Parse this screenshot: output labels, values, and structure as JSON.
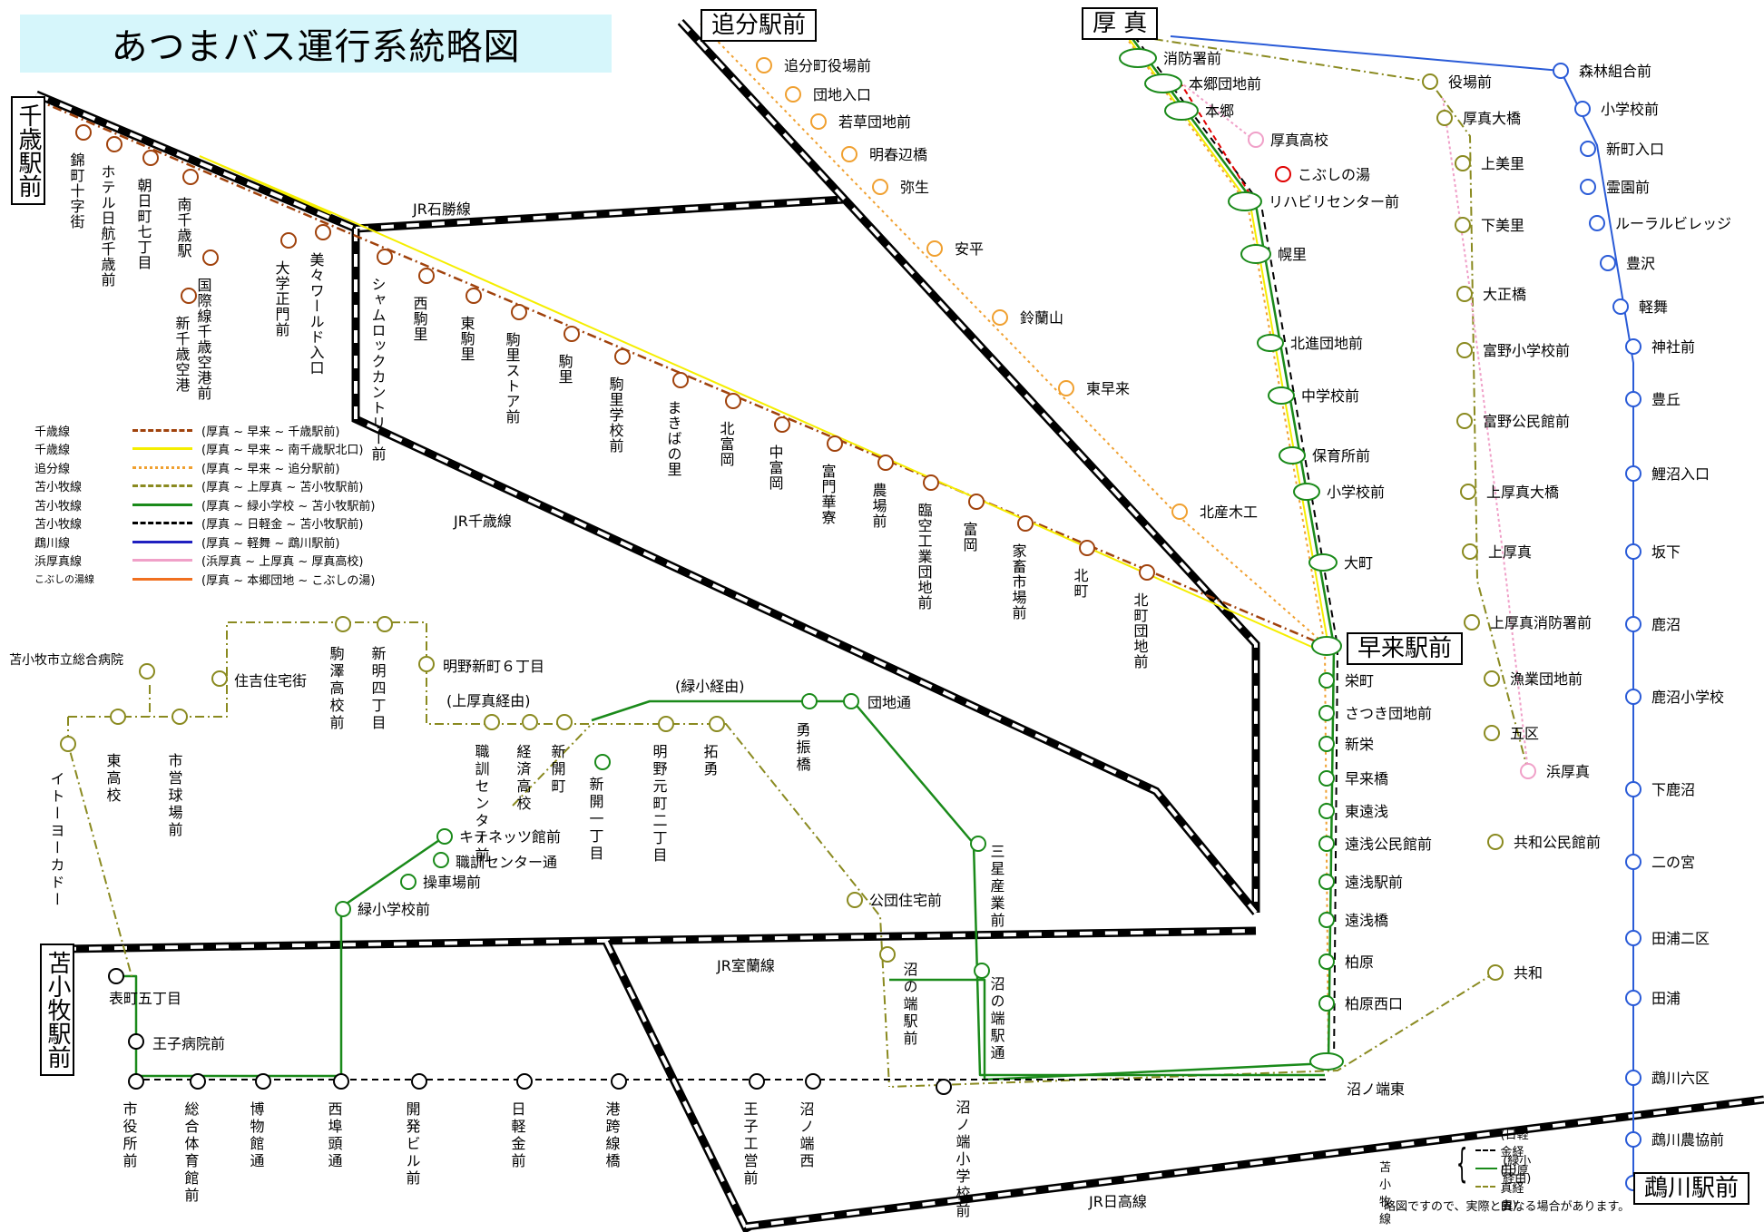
{
  "title": "あつまバス運行系統略図",
  "terminals": {
    "chitose": "千歳駅前",
    "oiwake": "追分駅前",
    "atsuma": "厚 真",
    "hayakita": "早来駅前",
    "tomakomai": "苫小牧駅前",
    "mukawa": "鵡川駅前"
  },
  "colors": {
    "chitose_line": "#a0420c",
    "chitose_line2": "#f5ee00",
    "oiwake_line": "#f0a030",
    "tomakomai_kamiatsuma": "#8a8a20",
    "tomakomai_midori": "#1a8a1a",
    "tomakomai_hikaruga": "#000000",
    "mukawa_line": "#2a5bd7",
    "hamaatsuma_line": "#f0a0c8",
    "kobushi_line": "#e00000"
  },
  "rail_lines": [
    "JR石勝線",
    "JR千歳線",
    "JR室蘭線",
    "JR日高線"
  ],
  "legend": [
    {
      "name": "千歳線",
      "desc": "(厚真 ~ 早来 ~ 千歳駅前)",
      "color": "#a0420c",
      "style": "dashdot"
    },
    {
      "name": "千歳線",
      "desc": "(厚真 ~ 早来 ~ 南千歳駅北口)",
      "color": "#f5ee00",
      "style": "solid"
    },
    {
      "name": "追分線",
      "desc": "(厚真 ~ 早来 ~ 追分駅前)",
      "color": "#f0a030",
      "style": "dotted"
    },
    {
      "name": "苫小牧線",
      "desc": "(厚真 ~ 上厚真 ~ 苫小牧駅前)",
      "color": "#8a8a20",
      "style": "dashdot"
    },
    {
      "name": "苫小牧線",
      "desc": "(厚真 ~ 緑小学校 ~ 苫小牧駅前)",
      "color": "#1a8a1a",
      "style": "solid"
    },
    {
      "name": "苫小牧線",
      "desc": "(厚真 ~ 日軽金 ~ 苫小牧駅前)",
      "color": "#000000",
      "style": "dashed"
    },
    {
      "name": "鵡川線",
      "desc": "(厚真 ~ 軽舞 ~ 鵡川駅前)",
      "color": "#2020c0",
      "style": "solid"
    },
    {
      "name": "浜厚真線",
      "desc": "(浜厚真 ~ 上厚真 ~ 厚真高校)",
      "color": "#f0a0c8",
      "style": "solid"
    },
    {
      "name": "こぶしの湯線",
      "desc": "(厚真 ~ 本郷団地 ~ こぶしの湯)",
      "color": "#f07020",
      "style": "solid"
    }
  ],
  "route_notes": {
    "midori": "(緑小経由)",
    "kamiatsuma": "(上厚真経由)"
  },
  "stops": {
    "chitose": [
      "錦町十字街",
      "ホテル日航千歳前",
      "朝日町七丁目",
      "南千歳駅",
      "国際線千歳空港前",
      "新千歳空港",
      "大学正門前",
      "美々ワールド入口",
      "シャムロックカントリー前",
      "西駒里",
      "東駒里",
      "駒里ストア前",
      "駒里",
      "駒里学校前",
      "まきばの里",
      "北富岡",
      "中富岡",
      "富門華寮",
      "農場前",
      "臨空工業団地前",
      "富岡",
      "家畜市場前",
      "北町",
      "北町団地前"
    ],
    "oiwake": [
      "追分町役場前",
      "団地入口",
      "若草団地前",
      "明春辺橋",
      "弥生",
      "安平",
      "鈴蘭山",
      "東早来",
      "北産木工"
    ],
    "atsuma_trunk": [
      "消防署前",
      "本郷団地前",
      "本郷",
      "厚真高校",
      "こぶしの湯",
      "リハビリセンター前",
      "幌里",
      "北進団地前",
      "中学校前",
      "保育所前",
      "小学校前",
      "大町"
    ],
    "hayakita_south": [
      "栄町",
      "さつき団地前",
      "新栄",
      "早来橋",
      "東遠浅",
      "遠浅公民館前",
      "遠浅駅前",
      "遠浅橋",
      "柏原",
      "柏原西口",
      "沼ノ端東"
    ],
    "kamiatsuma": [
      "役場前",
      "厚真大橋",
      "上美里",
      "下美里",
      "大正橋",
      "富野小学校前",
      "富野公民館前",
      "上厚真大橋",
      "上厚真",
      "上厚真消防署前",
      "漁業団地前",
      "五区",
      "浜厚真",
      "共和公民館前",
      "共和"
    ],
    "mukawa": [
      "森林組合前",
      "小学校前",
      "新町入口",
      "霊園前",
      "ルーラルビレッジ",
      "豊沢",
      "軽舞",
      "神社前",
      "豊丘",
      "鯉沼入口",
      "坂下",
      "鹿沼",
      "鹿沼小学校",
      "下鹿沼",
      "二の宮",
      "田浦二区",
      "田浦",
      "鵡川六区",
      "鵡川農協前"
    ],
    "tomakomai_kamiatsuma": [
      "苫小牧市立総合病院",
      "イトーヨーカドー",
      "東高校",
      "市営球場前",
      "住吉住宅街",
      "駒澤高校前",
      "新明四丁目",
      "明野新町６丁目",
      "職訓センター前",
      "経済高校",
      "新開町",
      "明野元町二丁目",
      "拓勇",
      "公団住宅前",
      "沼の端駅前"
    ],
    "tomakomai_midori": [
      "新開一丁目",
      "勇振橋",
      "団地通",
      "三星産業前",
      "沼の端駅通",
      "緑小学校前",
      "操車場前",
      "職訓センター通",
      "キテネッツ館前"
    ],
    "tomakomai_hikaruga": [
      "表町五丁目",
      "王子病院前",
      "市役所前",
      "総合体育館前",
      "博物館通",
      "西埠頭通",
      "開発ビル前",
      "日軽金前",
      "港跨線橋",
      "王子工営前",
      "沼ノ端西",
      "沼ノ端小学校前"
    ]
  },
  "note": {
    "route": "苫小牧線",
    "items": [
      {
        "label": "(日軽金経由)",
        "color": "#000000",
        "style": "dashed"
      },
      {
        "label": "(緑小経由)",
        "color": "#1a8a1a",
        "style": "solid"
      },
      {
        "label": "(上厚真経由)",
        "color": "#8a8a20",
        "style": "dashdot"
      }
    ],
    "disclaimer": "略図ですので、実際と異なる場合があります。"
  }
}
